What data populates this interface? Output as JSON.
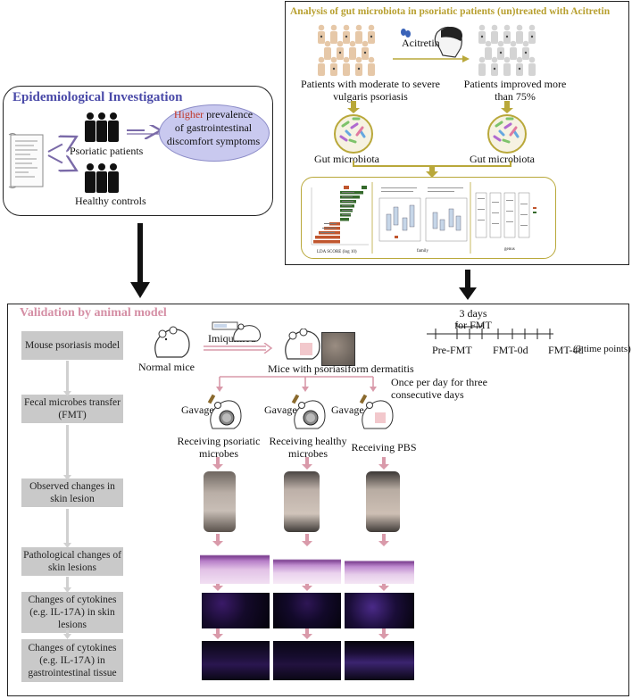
{
  "epi": {
    "title": "Epidemiological Investigation",
    "psoriatic": "Psoriatic patients",
    "healthy": "Healthy controls",
    "higher": "Higher",
    "result_line1": "prevalence",
    "result_line2": "of gastrointestinal",
    "result_line3": "discomfort symptoms"
  },
  "gut": {
    "title": "Analysis of gut microbiota in psoriatic patients (un)treated with Acitretin",
    "drug": "Acitretin",
    "patients_before_1": "Patients with moderate to severe",
    "patients_before_2": "vulgaris psoriasis",
    "patients_after_1": "Patients improved more",
    "patients_after_2": "than 75%",
    "microbiota_left": "Gut microbiota",
    "microbiota_right": "Gut microbiota",
    "mini_axis_lda": "LDA SCORE (log 10)",
    "mini_family": "family",
    "mini_genus": "genus"
  },
  "animal": {
    "title": "Validation by animal model",
    "stages": [
      "Mouse psoriasis model",
      "Fecal microbes transfer (FMT)",
      "Observed changes in skin lesion",
      "Pathological changes of skin lesions",
      "Changes of cytokines (e.g. IL-17A) in skin lesions",
      "Changes of cytokines (e.g. IL-17A) in gastrointestinal tissue"
    ],
    "normal_mice": "Normal mice",
    "imiquimod": "Imiquimod",
    "dermatitis": "Mice with psoriasiform dermatitis",
    "gavage": "Gavage",
    "group1_1": "Receiving psoriatic",
    "group1_2": "microbes",
    "group2_1": "Receiving healthy",
    "group2_2": "microbes",
    "group3": "Receiving PBS",
    "once_1": "Once per day for three",
    "once_2": "consecutive days",
    "timeline_days": "3 days",
    "timeline_for": "for FMT",
    "tp_pre": "Pre-FMT",
    "tp_0": "FMT-0d",
    "tp_4": "FMT-4d",
    "tp_note": "(3 time points)"
  },
  "colors": {
    "epi_title": "#4a4aa8",
    "gut_title": "#b8a030",
    "animal_title": "#d58fa5",
    "higher": "#c0392b",
    "oval": "#c9c9ef",
    "olive_arrow": "#b9a83a",
    "pink_arrow": "#d99aaa",
    "stage_box": "#c9c9c9"
  }
}
